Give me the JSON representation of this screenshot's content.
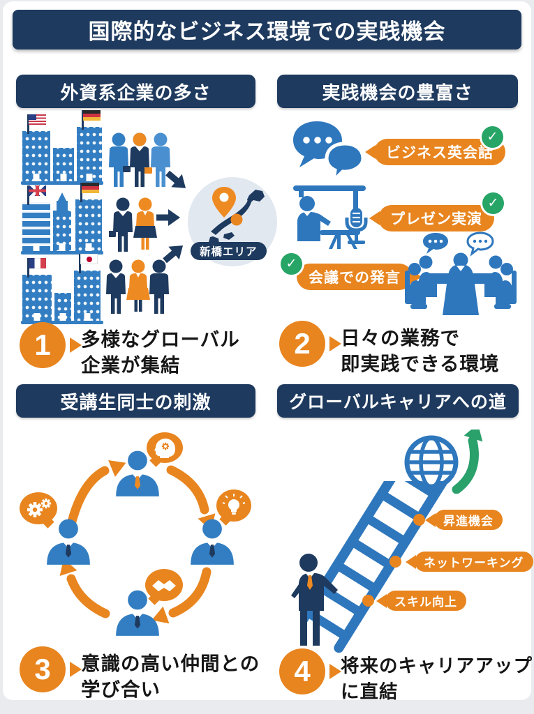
{
  "title": "国際的なビジネス環境での実践機会",
  "icons": {
    "check": "✓"
  },
  "colors": {
    "navy": "#1e3a5e",
    "blue": "#337ec2",
    "orange": "#e8851f",
    "green_check": "#27a567",
    "green_arrow": "#2aa06b"
  },
  "sections": {
    "companies": {
      "header": "外資系企業の多さ",
      "map_label": "新橋エリア",
      "number": "1",
      "line1": "多様なグローバル",
      "line2": "企業が集結"
    },
    "practice": {
      "header": "実践機会の豊富さ",
      "items": [
        "ビジネス英会話",
        "プレゼン実演",
        "会議での発言"
      ],
      "number": "2",
      "line1": "日々の業務で",
      "line2": "即実践できる環境"
    },
    "peers": {
      "header": "受講生同士の刺激",
      "number": "3",
      "line1": "意識の高い仲間との",
      "line2": "学び合い"
    },
    "career": {
      "header": "グローバルキャリアへの道",
      "labels": [
        "昇進機会",
        "ネットワーキング",
        "スキル向上"
      ],
      "number": "4",
      "line1": "将来のキャリアアップ",
      "line2": "に直結"
    }
  }
}
